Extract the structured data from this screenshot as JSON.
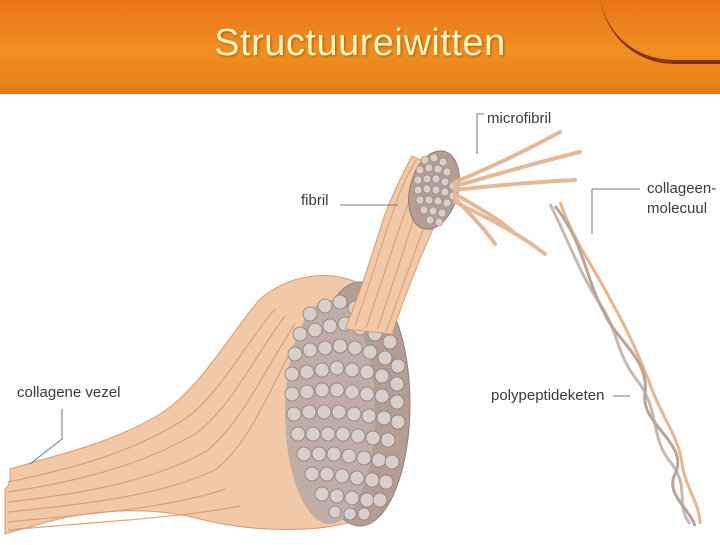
{
  "slide": {
    "title": "Structuureiwitten"
  },
  "diagram": {
    "labels": {
      "microfibril": "microfibril",
      "fibril": "fibril",
      "collageen_molecuul_line1": "collageen-",
      "collageen_molecuul_line2": "molecuul",
      "collagene_vezel": "collagene vezel",
      "polypeptideketen": "polypeptideketen"
    },
    "colors": {
      "title_bar": "#f0901f",
      "title_text": "#fff7c2",
      "fiber": "#f2c9a8",
      "fiber_stripe": "#dc9a72",
      "bundle_cell": "#c9bcb6",
      "bundle_cell_edge": "#8f7f78",
      "leader_line": "#777777"
    }
  }
}
